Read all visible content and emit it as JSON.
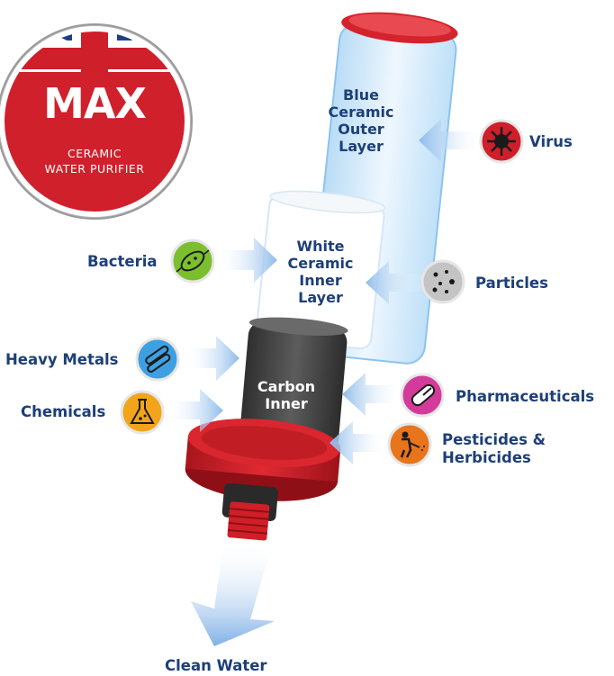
{
  "badge": {
    "title": "MAX",
    "subtitle_line1": "CERAMIC",
    "subtitle_line2": "WATER PURIFIER",
    "icon": "union-jack-flag-icon",
    "color": "#d0202b"
  },
  "layers": {
    "outer": "Blue\nCeramic\nOuter\nLayer",
    "inner": "White\nCeramic\nInner\nLayer",
    "carbon": "Carbon\nInner"
  },
  "contaminants": [
    {
      "label": "Virus",
      "icon": "virus-icon",
      "color": "#cf1f2a"
    },
    {
      "label": "Bacteria",
      "icon": "bacteria-icon",
      "color": "#7cbf2e"
    },
    {
      "label": "Particles",
      "icon": "particles-icon",
      "color": "#b8b8b8"
    },
    {
      "label": "Heavy Metals",
      "icon": "metal-pipes-icon",
      "color": "#3ea0e0"
    },
    {
      "label": "Chemicals",
      "icon": "flask-icon",
      "color": "#f2a51a"
    },
    {
      "label": "Pharmaceuticals",
      "icon": "pill-capsule-icon",
      "color": "#d33b9a"
    },
    {
      "label": "Pesticides &",
      "label2": "Herbicides",
      "icon": "sprayer-person-icon",
      "color": "#e8741c"
    }
  ],
  "output": {
    "label": "Clean Water"
  },
  "colors": {
    "label_text": "#1d3f78",
    "arrow": "#9fc7ee",
    "cap_red": "#cc1f27",
    "carbon": "#464646"
  }
}
